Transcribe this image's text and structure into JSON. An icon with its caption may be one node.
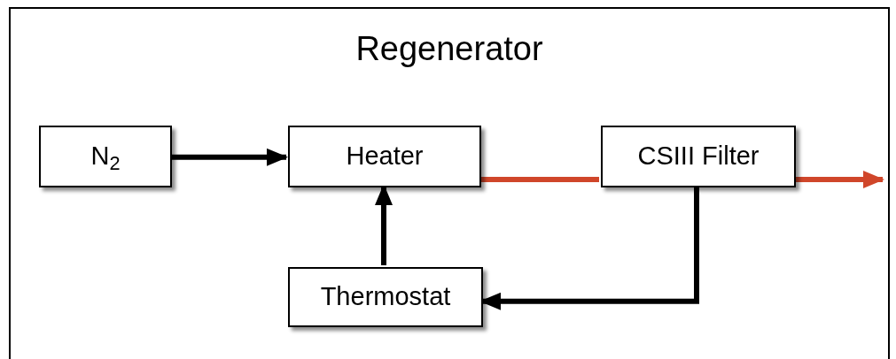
{
  "diagram": {
    "nodes": [
      {
        "text": [
          "Regenerator"
        ]
      },
      {
        "text": [
          "N$_{2}$"
        ],
        "in": 0
      },
      {
        "text": [
          "Heater"
        ],
        "in": 0
      },
      {
        "text": [
          "CSIII Filter"
        ],
        "in": 0
      },
      {
        "text": [
          "Thermostat"
        ],
        "in": 0
      }
    ],
    "edges": [
      {
        "from": 1,
        "to": 2,
        "arrow": "to"
      },
      {
        "from": 2,
        "to": 3,
        "arrow": "none",
        "color": "#d0462a"
      },
      {
        "from": 3,
        "to": null,
        "arrow": "to",
        "color": "#d0462a"
      },
      {
        "from": 3,
        "to": 4,
        "arrow": "to"
      },
      {
        "from": 4,
        "to": 2,
        "arrow": "to"
      }
    ]
  }
}
